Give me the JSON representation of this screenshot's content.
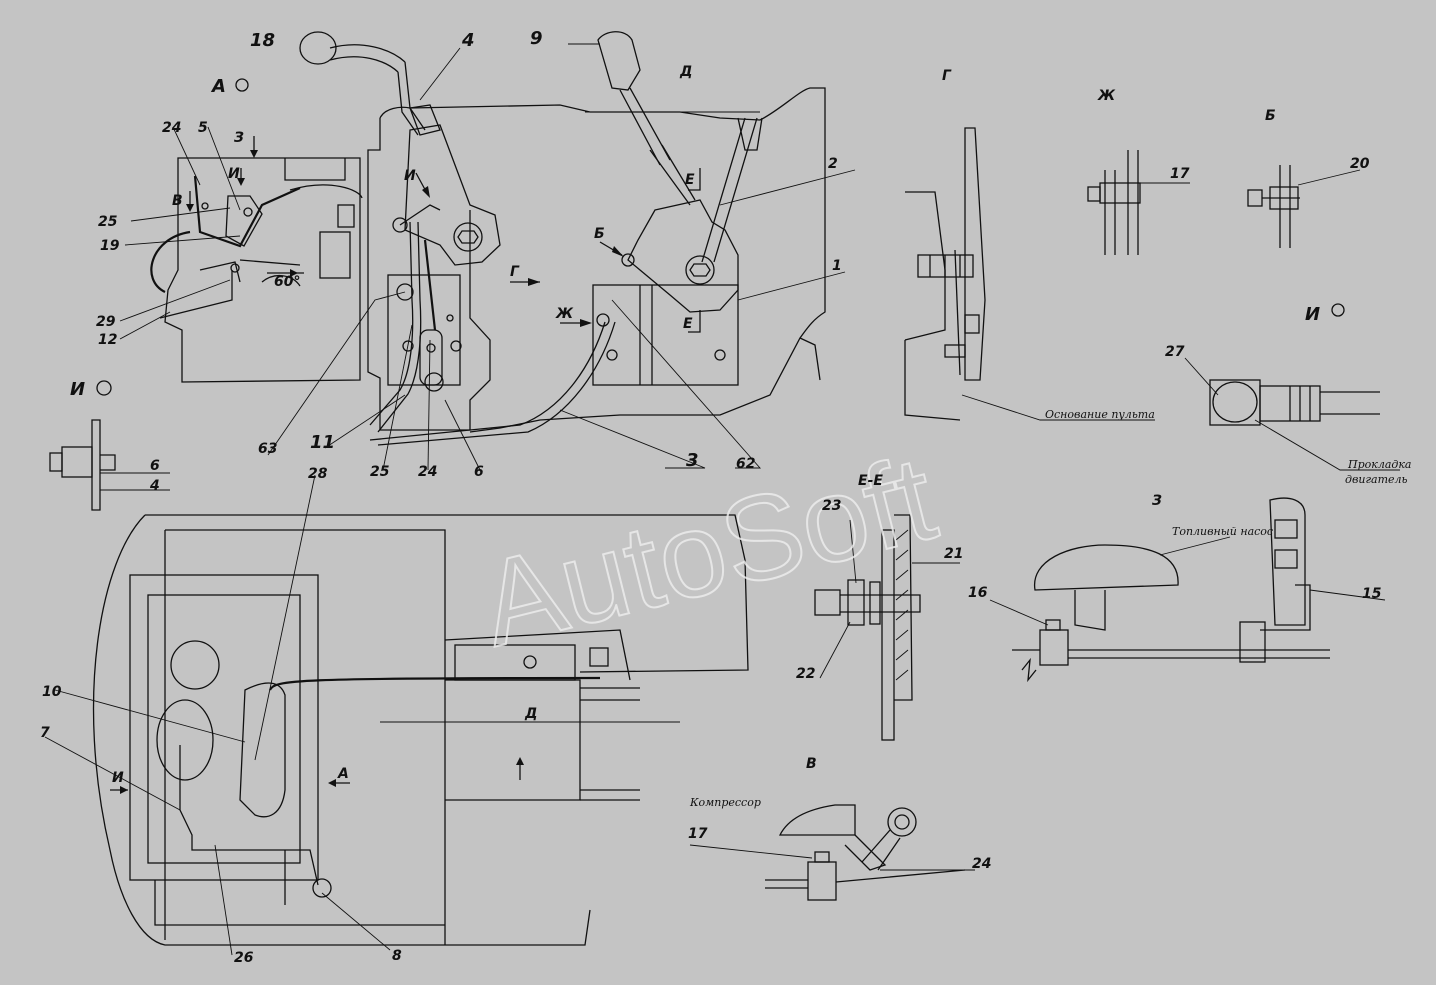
{
  "watermark": "AutoSoft",
  "view_labels": {
    "A_view": "А",
    "D_view": "Д",
    "G_view": "Г",
    "Zh_view": "Ж",
    "B_view": "Б",
    "I_view_right": "И",
    "I_view_left": "И",
    "Z_view": "З",
    "V_view": "В",
    "EE_section": "Е-Е",
    "arrow_Z": "З",
    "arrow_I": "И",
    "arrow_V": "В",
    "arrow_I_mid": "И",
    "arrow_G": "Г",
    "arrow_B": "Б",
    "arrow_Zh": "Ж",
    "arrow_E_top": "Е",
    "arrow_E_bottom": "Е",
    "arrow_A_bottom": "А",
    "arrow_D_bottom": "Д",
    "arrow_I_bottom": "И",
    "angle": "60°"
  },
  "callouts": {
    "c18": "18",
    "c4_top": "4",
    "c9": "9",
    "c2": "2",
    "c1": "1",
    "c24_left": "24",
    "c5": "5",
    "c25_left": "25",
    "c19": "19",
    "c29": "29",
    "c12": "12",
    "c6_left": "6",
    "c4_left": "4",
    "c63": "63",
    "c11": "11",
    "c25_mid": "25",
    "c24_mid": "24",
    "c6_mid": "6",
    "c3": "3",
    "c62": "62",
    "c28": "28",
    "c17_top": "17",
    "c20": "20",
    "c27": "27",
    "c23": "23",
    "c21": "21",
    "c22": "22",
    "c16": "16",
    "c15": "15",
    "c10": "10",
    "c7": "7",
    "c26": "26",
    "c8": "8",
    "c17_bottom": "17",
    "c24_bottom": "24"
  },
  "notes": {
    "panel_base": "Основание пульта",
    "gasket_line1": "Прокладка",
    "gasket_line2": "двигатель",
    "fuel_pump": "Топливный насос",
    "compressor": "Компрессор"
  }
}
